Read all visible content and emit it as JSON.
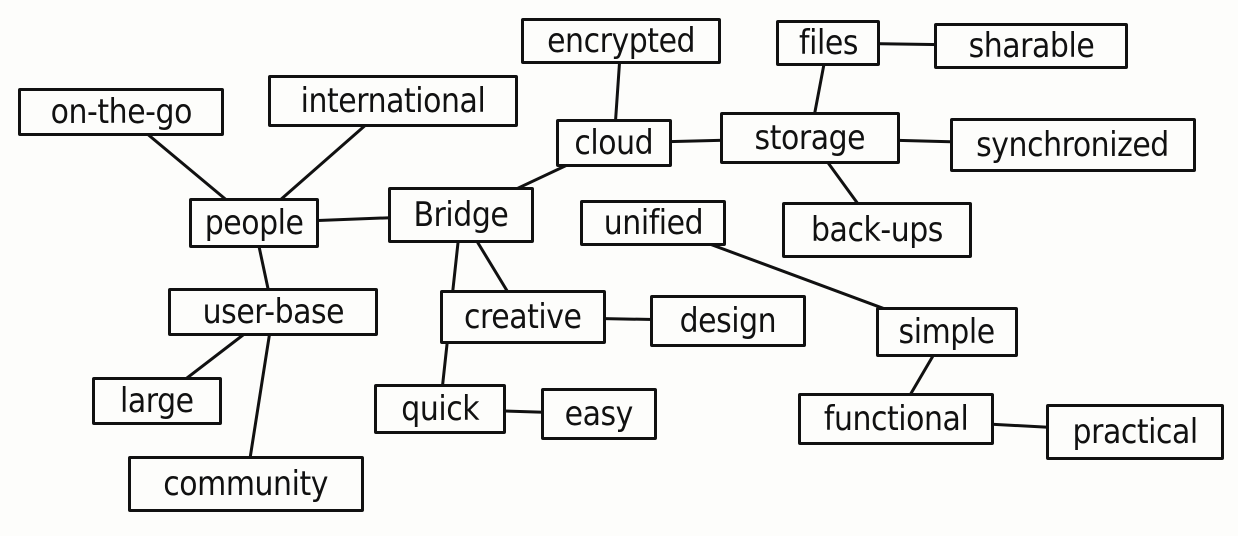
{
  "nodes": {
    "encrypted": "encrypted",
    "files": "files",
    "sharable": "sharable",
    "on_the_go": "on-the-go",
    "international": "international",
    "cloud": "cloud",
    "storage": "storage",
    "synchronized": "synchronized",
    "people": "people",
    "bridge": "Bridge",
    "unified": "unified",
    "back_ups": "back-ups",
    "user_base": "user-base",
    "creative": "creative",
    "design": "design",
    "simple": "simple",
    "large": "large",
    "quick": "quick",
    "easy": "easy",
    "functional": "functional",
    "practical": "practical",
    "community": "community"
  },
  "edges": [
    [
      "encrypted",
      "cloud"
    ],
    [
      "files",
      "sharable"
    ],
    [
      "files",
      "storage"
    ],
    [
      "cloud",
      "storage"
    ],
    [
      "storage",
      "synchronized"
    ],
    [
      "storage",
      "back_ups"
    ],
    [
      "cloud",
      "bridge"
    ],
    [
      "on_the_go",
      "people"
    ],
    [
      "international",
      "people"
    ],
    [
      "people",
      "bridge"
    ],
    [
      "people",
      "user_base"
    ],
    [
      "bridge",
      "creative"
    ],
    [
      "bridge",
      "quick"
    ],
    [
      "unified",
      "simple"
    ],
    [
      "creative",
      "design"
    ],
    [
      "user_base",
      "large"
    ],
    [
      "user_base",
      "community"
    ],
    [
      "quick",
      "easy"
    ],
    [
      "simple",
      "functional"
    ],
    [
      "functional",
      "practical"
    ]
  ]
}
